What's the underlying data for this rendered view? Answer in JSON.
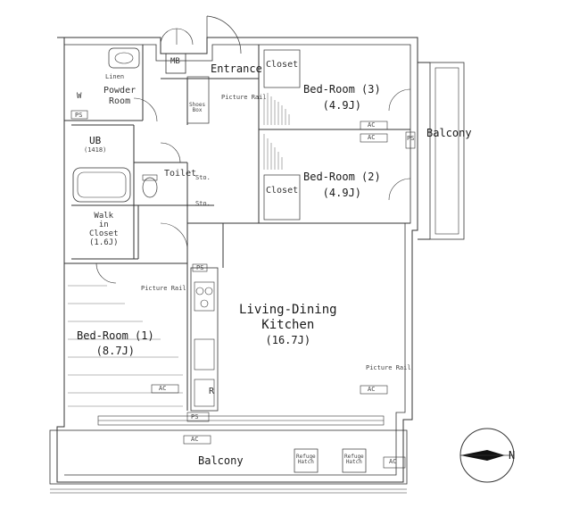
{
  "rooms": {
    "living": {
      "line1": "Living-Dining",
      "line2": "Kitchen",
      "size": "(16.7J)"
    },
    "bed1": {
      "name": "Bed-Room (1)",
      "size": "(8.7J)"
    },
    "bed2": {
      "name": "Bed-Room (2)",
      "size": "(4.9J)"
    },
    "bed3": {
      "name": "Bed-Room (3)",
      "size": "(4.9J)"
    },
    "entrance": "Entrance",
    "powder": {
      "line1": "Powder",
      "line2": "Room"
    },
    "ub": {
      "name": "UB",
      "size": "(1418)"
    },
    "toilet": "Toilet",
    "walkin": {
      "line1": "Walk",
      "line2": "in",
      "line3": "Closet",
      "size": "(1.6J)"
    },
    "closet_top": "Closet",
    "closet_mid": "Closet"
  },
  "labels": {
    "balcony_east": "Balcony",
    "balcony_south": "Balcony",
    "mb": "MB",
    "linen": "Linen",
    "picture_rail": "Picture Rail",
    "ps": "PS",
    "ac": "AC",
    "sto": "Sto.",
    "w": "W",
    "r": "R",
    "refuge_line1": "Refuge",
    "refuge_line2": "Hatch",
    "shoes_line1": "Shoes",
    "shoes_line2": "Box"
  },
  "compass": {
    "north": "N"
  }
}
